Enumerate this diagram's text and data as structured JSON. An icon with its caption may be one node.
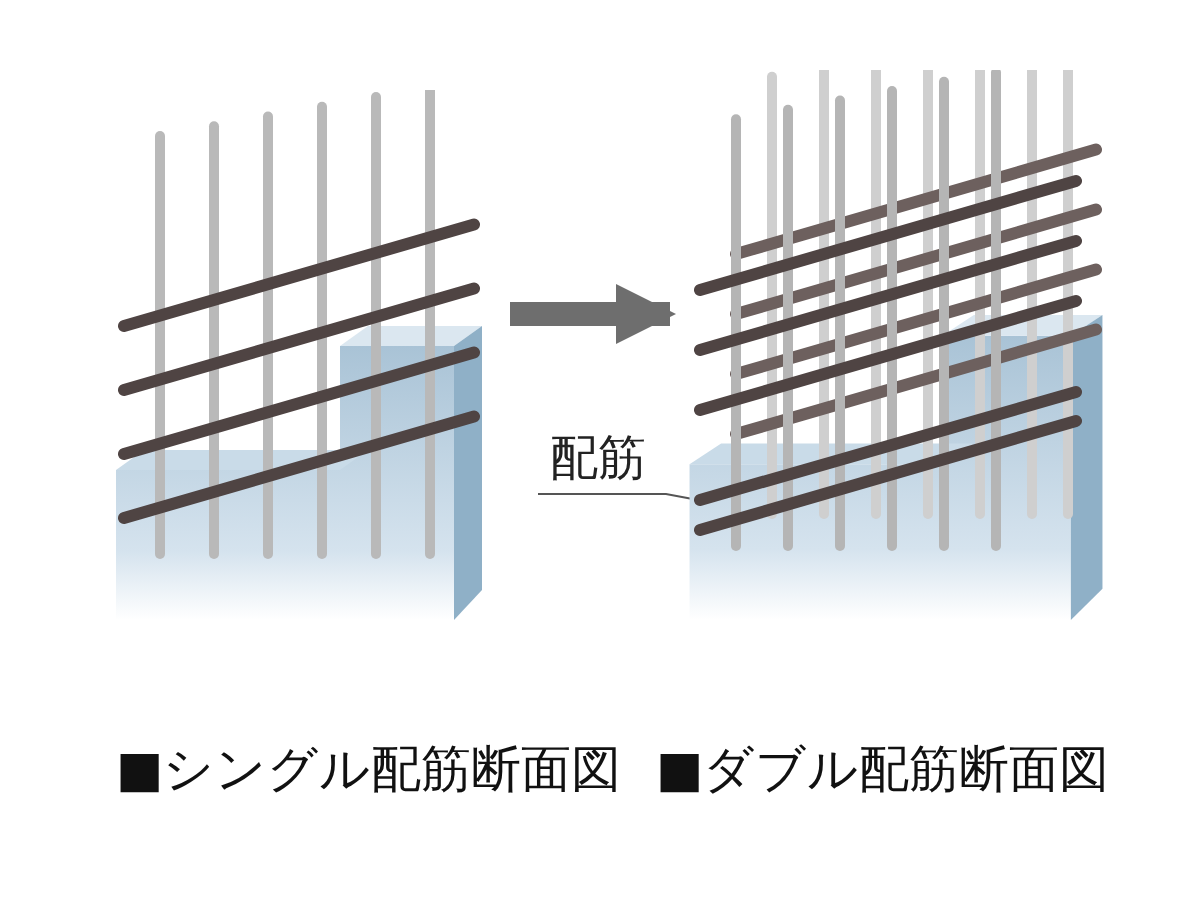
{
  "diagram": {
    "nodes": [
      {
        "text": [],
        "shape": "picture",
        "beside": [
          "■シングル配筋断面図"
        ]
      },
      {
        "text": [],
        "shape": "picture",
        "beside": [
          "■ダブル配筋断面図"
        ]
      },
      {
        "text": [
          "配筋"
        ]
      },
      {
        "text": [],
        "shape": "bar",
        "in": 1
      }
    ],
    "edges": [
      {
        "from": 0,
        "to": 1,
        "arrow": "to",
        "style": "thick"
      },
      {
        "from": 2,
        "to": 3,
        "arrow": "none"
      }
    ]
  }
}
